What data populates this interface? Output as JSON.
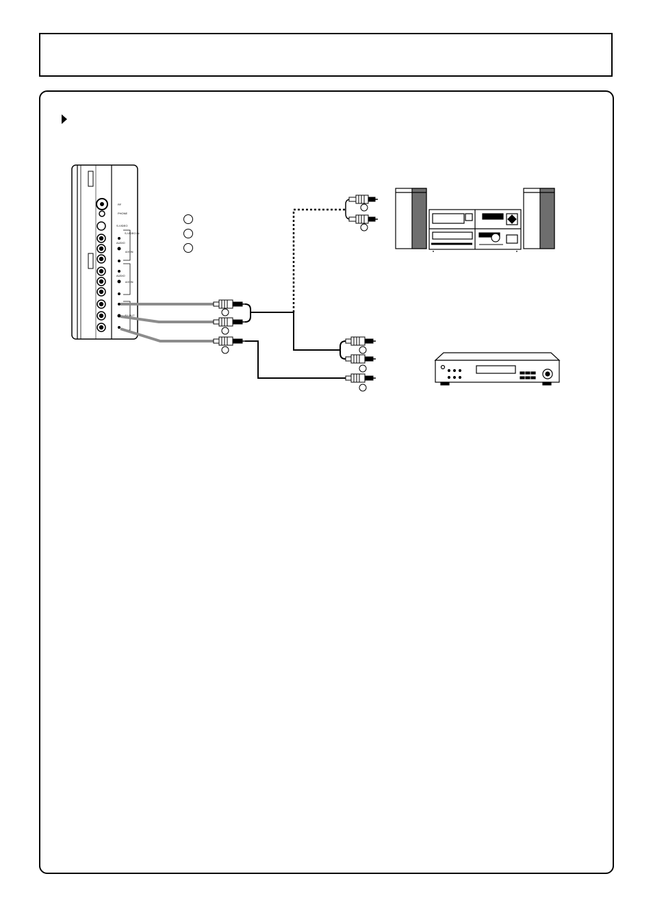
{
  "tv_panel": {
    "labels": {
      "rf": "RF",
      "phone": "PHONE",
      "svideo_top": "S-VIDEO",
      "svideo_in": "S-VIDEO IN",
      "audio_1": "AUDIO",
      "av_in_1": "A/V IN",
      "audio_2": "AUDIO",
      "av_in_2": "A/V IN",
      "av_out": "AV OUT"
    }
  },
  "colors": {
    "line": "#000000",
    "cable_gray": "#8c8c8c",
    "panel": "#ffffff"
  }
}
